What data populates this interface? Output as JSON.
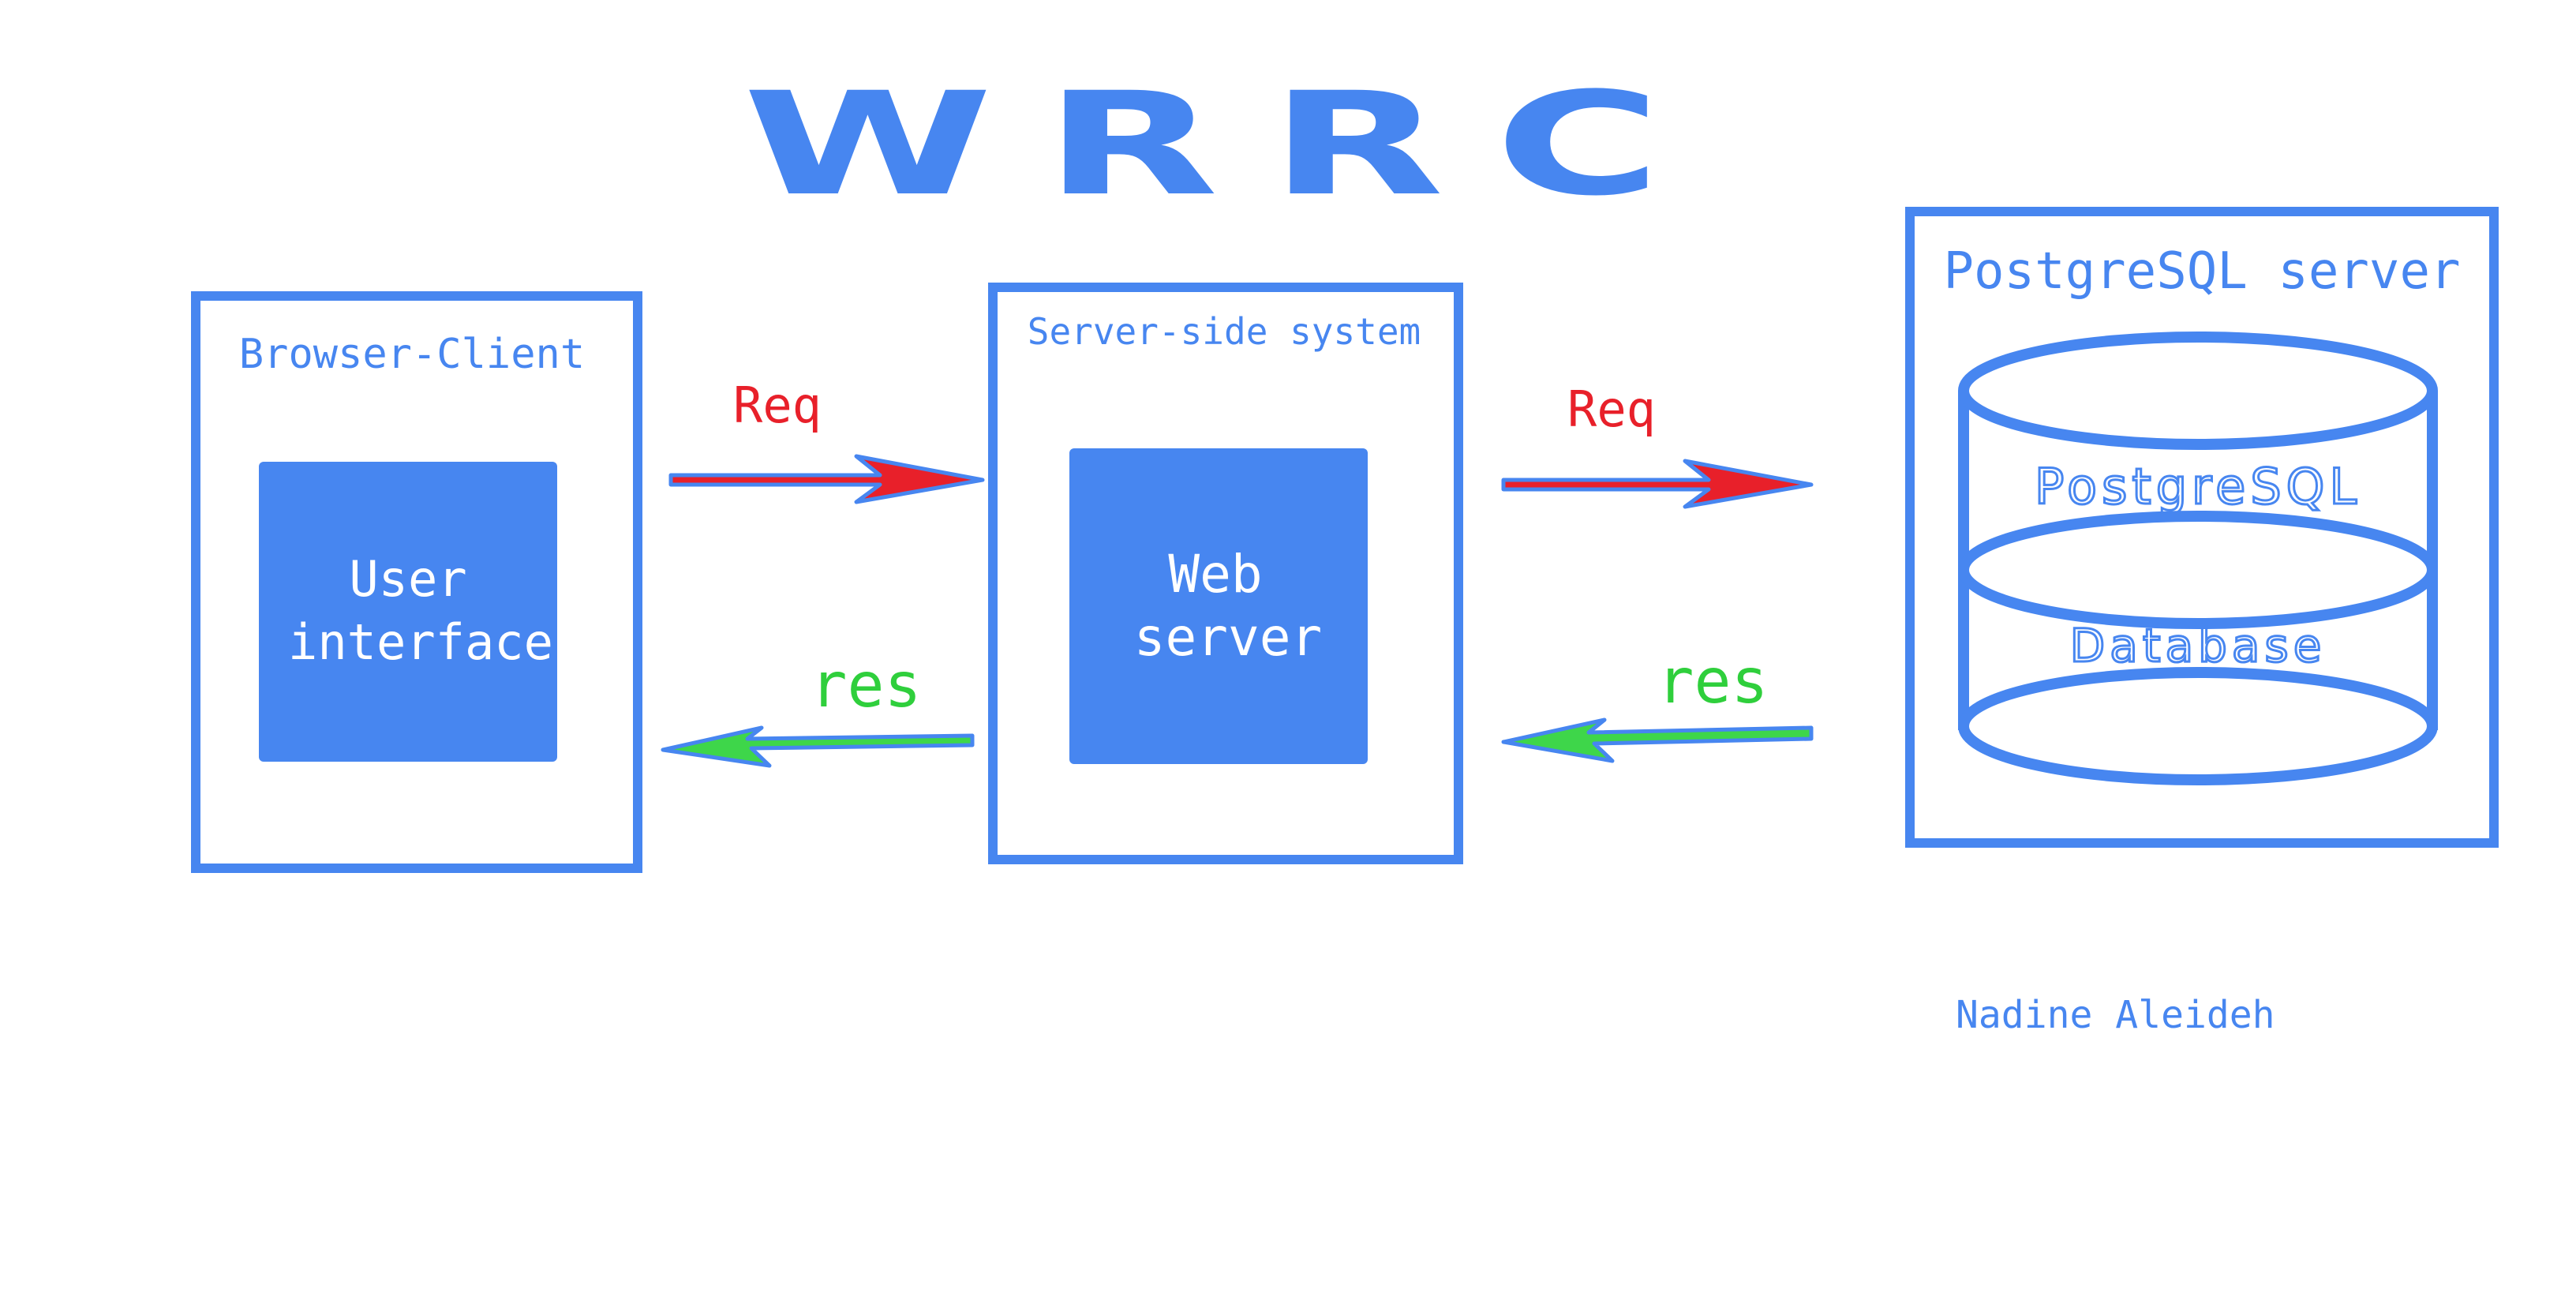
{
  "title": "WRRC",
  "colors": {
    "blue": "#4786f0",
    "req_arrow": "#e8202a",
    "res_arrow": "#3ed64a",
    "req_text": "#e8202a",
    "res_text": "#2fcf3c",
    "background": "#ffffff"
  },
  "client": {
    "label": "Browser-Client",
    "inner_line1": "User",
    "inner_line2": "interface"
  },
  "server": {
    "label": "Server-side system",
    "inner_line1": "Web",
    "inner_line2": "server"
  },
  "database_server": {
    "label": "PostgreSQL server",
    "cylinder_top": "PostgreSQL",
    "cylinder_bottom": "Database"
  },
  "arrows": {
    "req_left": "Req",
    "req_right": "Req",
    "res_left": "res",
    "res_right": "res"
  },
  "author": "Nadine Aleideh"
}
